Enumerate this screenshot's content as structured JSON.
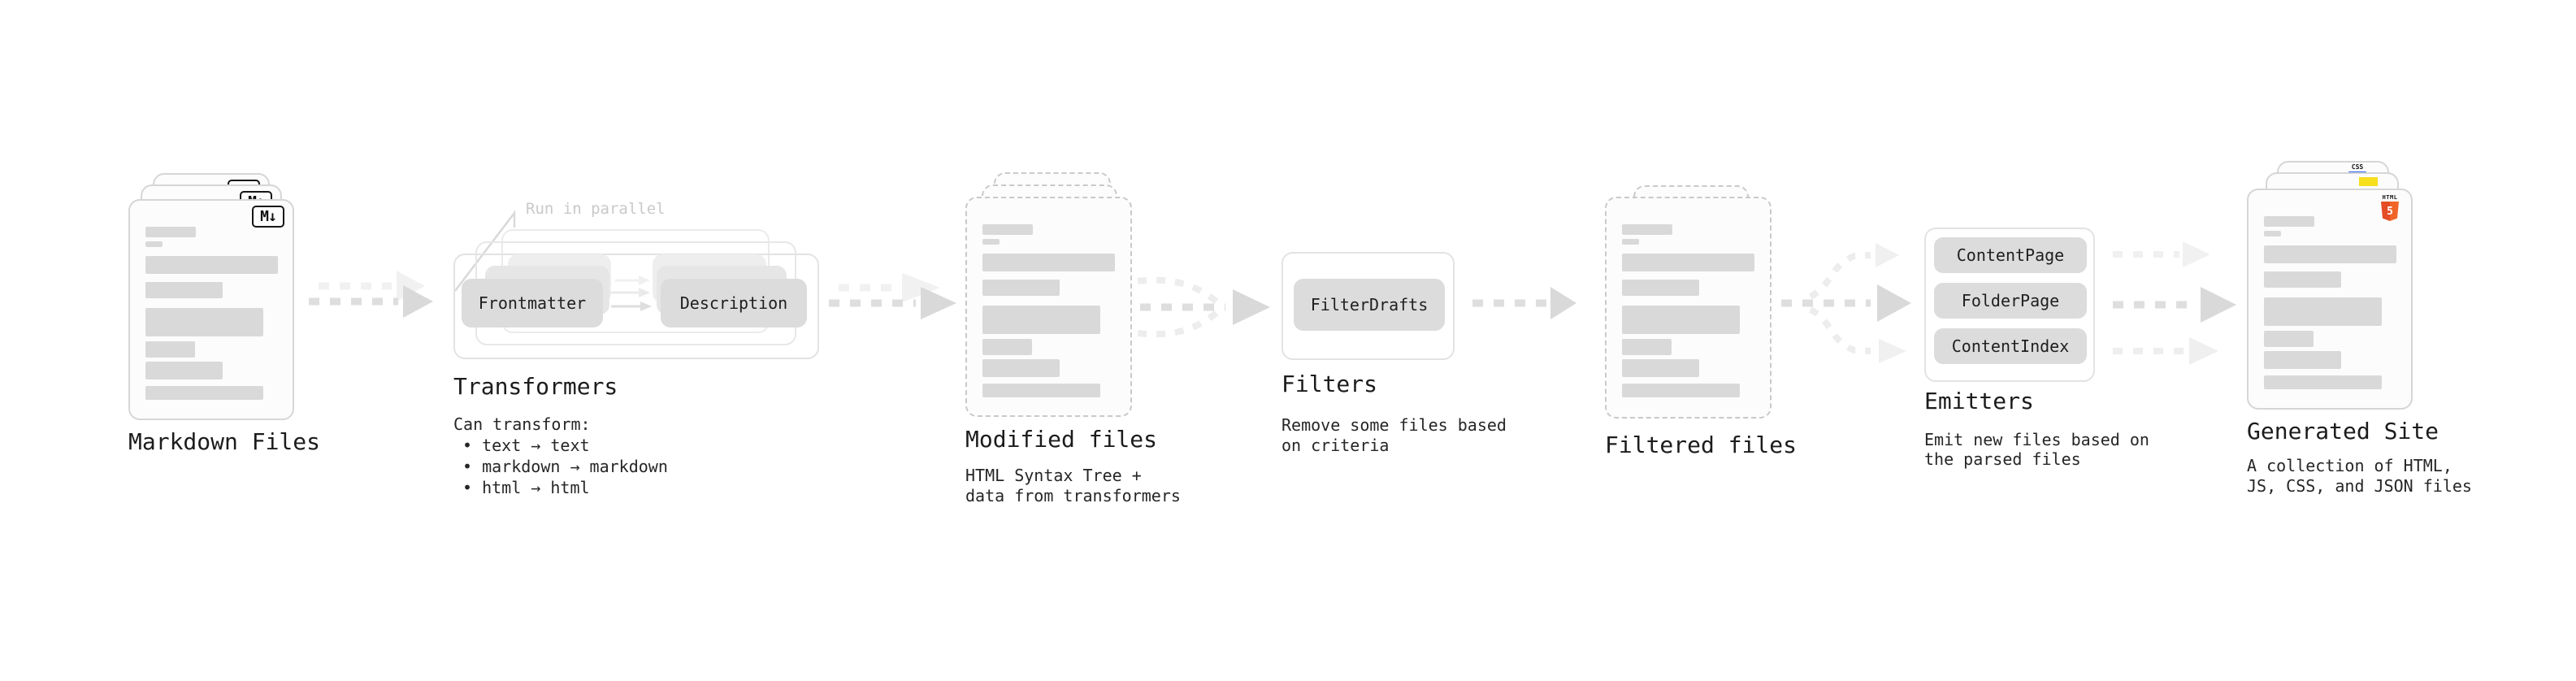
{
  "stages": {
    "markdown": {
      "label": "Markdown Files",
      "badge": "M↓"
    },
    "transformers": {
      "annotation": "Run in parallel",
      "node1": "Frontmatter",
      "node2": "Description",
      "label": "Transformers",
      "desc1": "Can transform:",
      "desc2": "• text → text",
      "desc3": "• markdown → markdown",
      "desc4": "• html → html"
    },
    "modified": {
      "label": "Modified files",
      "desc1": "HTML Syntax Tree +",
      "desc2": "data from transformers"
    },
    "filters": {
      "node1": "FilterDrafts",
      "label": "Filters",
      "desc1": "Remove some files based",
      "desc2": "on criteria"
    },
    "filtered": {
      "label": "Filtered files"
    },
    "emitters": {
      "node1": "ContentPage",
      "node2": "FolderPage",
      "node3": "ContentIndex",
      "label": "Emitters",
      "desc1": "Emit new files based on",
      "desc2": "the parsed files"
    },
    "generated": {
      "label": "Generated Site",
      "badge_css": "CSS",
      "badge_html": "HTML",
      "badge_html_number": "5",
      "desc1": "A collection of HTML,",
      "desc2": "JS, CSS, and JSON files"
    }
  },
  "colors": {
    "placeholder_bar": "#d9d9d9",
    "node_background": "#dcdcdc",
    "arrow_dark": "#dcdcdc",
    "arrow_light": "#f0f0f0",
    "annotation_text": "#c9c9c9",
    "css_blue": "#2965f1",
    "js_yellow": "#f7df1e",
    "html5_orange": "#e44d26"
  }
}
